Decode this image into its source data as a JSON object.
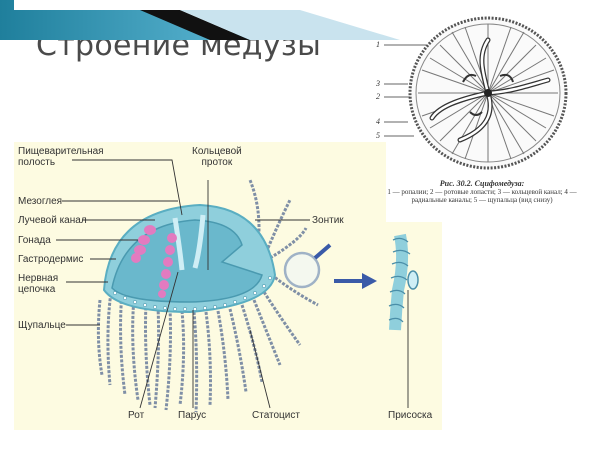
{
  "slide": {
    "title": "Строение медузы"
  },
  "hydromedusa_labels": {
    "digestive_cavity": "Пищеварительная полость",
    "digestive_cavity_l1": "Пищеварительная",
    "digestive_cavity_l2": "полость",
    "ring_canal": "Кольцевой проток",
    "ring_canal_l1": "Кольцевой",
    "ring_canal_l2": "проток",
    "mesoglea": "Мезоглея",
    "radial_canal": "Лучевой канал",
    "gonad": "Гонада",
    "gastrodermis": "Гастродермис",
    "nerve_chain": "Нервная цепочка",
    "nerve_chain_l1": "Нервная",
    "nerve_chain_l2": "цепочка",
    "umbrella": "Зонтик",
    "tentacle": "Щупальце",
    "mouth": "Рот",
    "velum": "Парус",
    "statocyst": "Статоцист",
    "sucker": "Присоска"
  },
  "scyphomedusa": {
    "numbers": [
      "1",
      "3",
      "2",
      "4",
      "5"
    ],
    "caption_title": "Рис. 30.2. Сцифомедуза:",
    "caption_body": "1 — ропалии; 2 — ротовые лопасти; 3 — кольцевой канал; 4 — радиальные каналы; 5 — щупальца (вид снизу)"
  },
  "colors": {
    "panel_bg": "#fdfbe1",
    "bell": "#8fcfdc",
    "bell_dark": "#5aaec2",
    "gonad": "#e27bc0",
    "arrow": "#3a5aa8",
    "footer_teal": "#1f7f9c",
    "footer_dark": "#111111"
  }
}
